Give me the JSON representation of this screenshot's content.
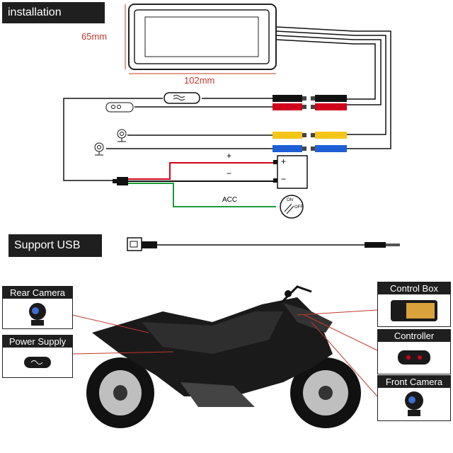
{
  "installation_label": "installation",
  "dimensions": {
    "height": "65mm",
    "width": "102mm"
  },
  "wiring": {
    "positive_sign": "+",
    "negative_sign": "−",
    "battery_plus": "+",
    "battery_minus": "−",
    "acc_label": "ACC",
    "switch_on": "ON",
    "switch_off": "OFF",
    "connector_colors": [
      "#111111",
      "#d0021b",
      "#f5c518",
      "#1f5fd6"
    ],
    "wire_colors": {
      "positive": "#d0021b",
      "negative": "#111111",
      "acc": "#1a9c3a",
      "green": "#1a9c3a"
    }
  },
  "support_usb_label": "Support USB",
  "callouts": [
    {
      "title": "Rear Camera",
      "icon": "camera-icon"
    },
    {
      "title": "Power Supply",
      "icon": "fuse-icon"
    },
    {
      "title": "Control Box",
      "icon": "screen-icon"
    },
    {
      "title": "Controller",
      "icon": "remote-icon"
    },
    {
      "title": "Front Camera",
      "icon": "camera-icon"
    }
  ]
}
